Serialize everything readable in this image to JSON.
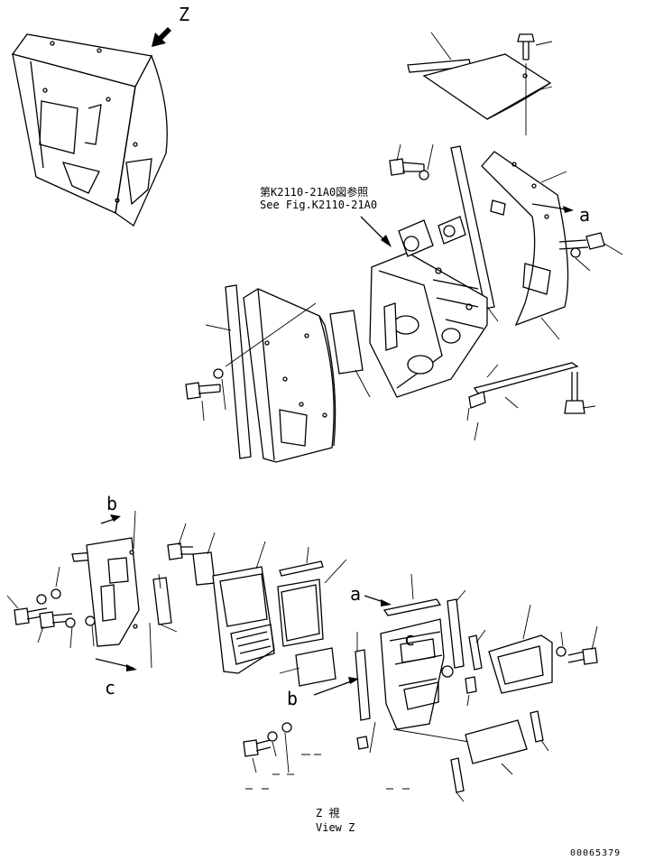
{
  "view_letter": "Z",
  "refs": {
    "a_top": "a",
    "a_lower": "a",
    "b": "b",
    "b_lower": "b",
    "c_left": "c",
    "c_center": "c"
  },
  "reference_note": {
    "japanese": "第K2110-21A0図参照",
    "english": "See Fig.K2110-21A0"
  },
  "view_caption": {
    "japanese": "Z 視",
    "english": "View Z"
  },
  "drawing_number": "00065379"
}
